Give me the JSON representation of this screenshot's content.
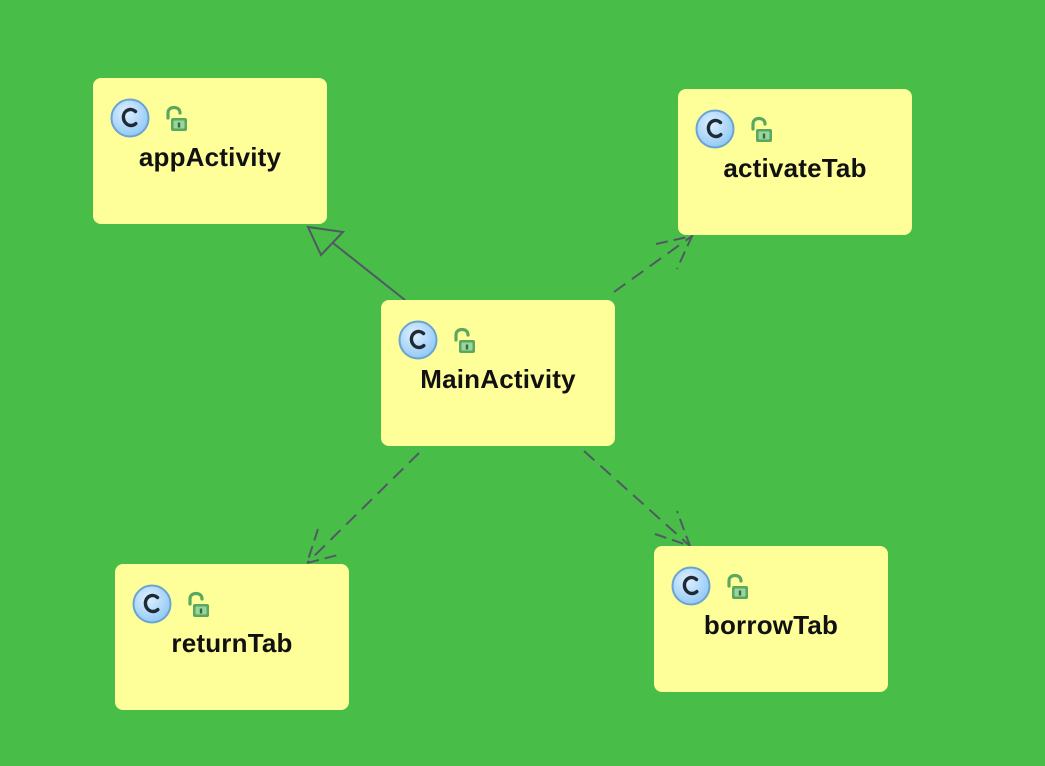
{
  "diagram": {
    "classes": [
      {
        "name": "appActivity",
        "kind": "class",
        "visibility": "public"
      },
      {
        "name": "activateTab",
        "kind": "class",
        "visibility": "public"
      },
      {
        "name": "MainActivity",
        "kind": "class",
        "visibility": "public"
      },
      {
        "name": "returnTab",
        "kind": "class",
        "visibility": "public"
      },
      {
        "name": "borrowTab",
        "kind": "class",
        "visibility": "public"
      }
    ],
    "relations": [
      {
        "from": "MainActivity",
        "to": "appActivity",
        "type": "inheritance",
        "style": "solid"
      },
      {
        "from": "MainActivity",
        "to": "activateTab",
        "type": "dependency",
        "style": "dashed"
      },
      {
        "from": "MainActivity",
        "to": "returnTab",
        "type": "dependency",
        "style": "dashed"
      },
      {
        "from": "MainActivity",
        "to": "borrowTab",
        "type": "dependency",
        "style": "dashed"
      }
    ],
    "colors": {
      "background": "#48bd48",
      "class_box": "#ffff99",
      "connector": "#4f5a63",
      "class_icon_fill": "#a9d6ff",
      "lock_icon": "#5aa860"
    },
    "icons": {
      "class_icon": "class-c-icon",
      "visibility_icon": "unlocked-lock-icon"
    }
  }
}
